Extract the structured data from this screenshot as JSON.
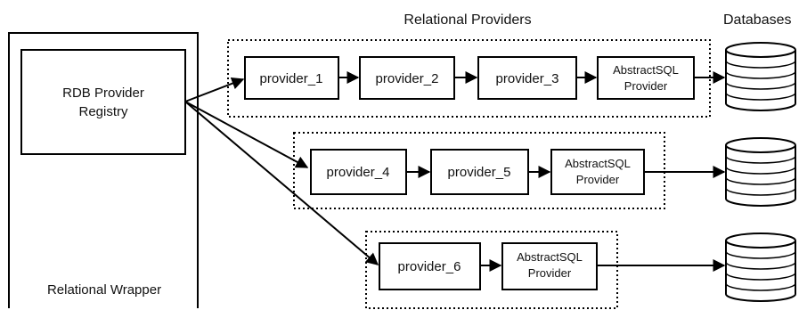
{
  "diagram": {
    "header_providers": "Relational Providers",
    "header_databases": "Databases",
    "registry_line1": "RDB Provider",
    "registry_line2": "Registry",
    "wrapper_label": "Relational Wrapper",
    "chains": [
      {
        "providers": [
          "provider_1",
          "provider_2",
          "provider_3"
        ],
        "abstract_line1": "AbstractSQL",
        "abstract_line2": "Provider"
      },
      {
        "providers": [
          "provider_4",
          "provider_5"
        ],
        "abstract_line1": "AbstractSQL",
        "abstract_line2": "Provider"
      },
      {
        "providers": [
          "provider_6"
        ],
        "abstract_line1": "AbstractSQL",
        "abstract_line2": "Provider"
      }
    ]
  }
}
